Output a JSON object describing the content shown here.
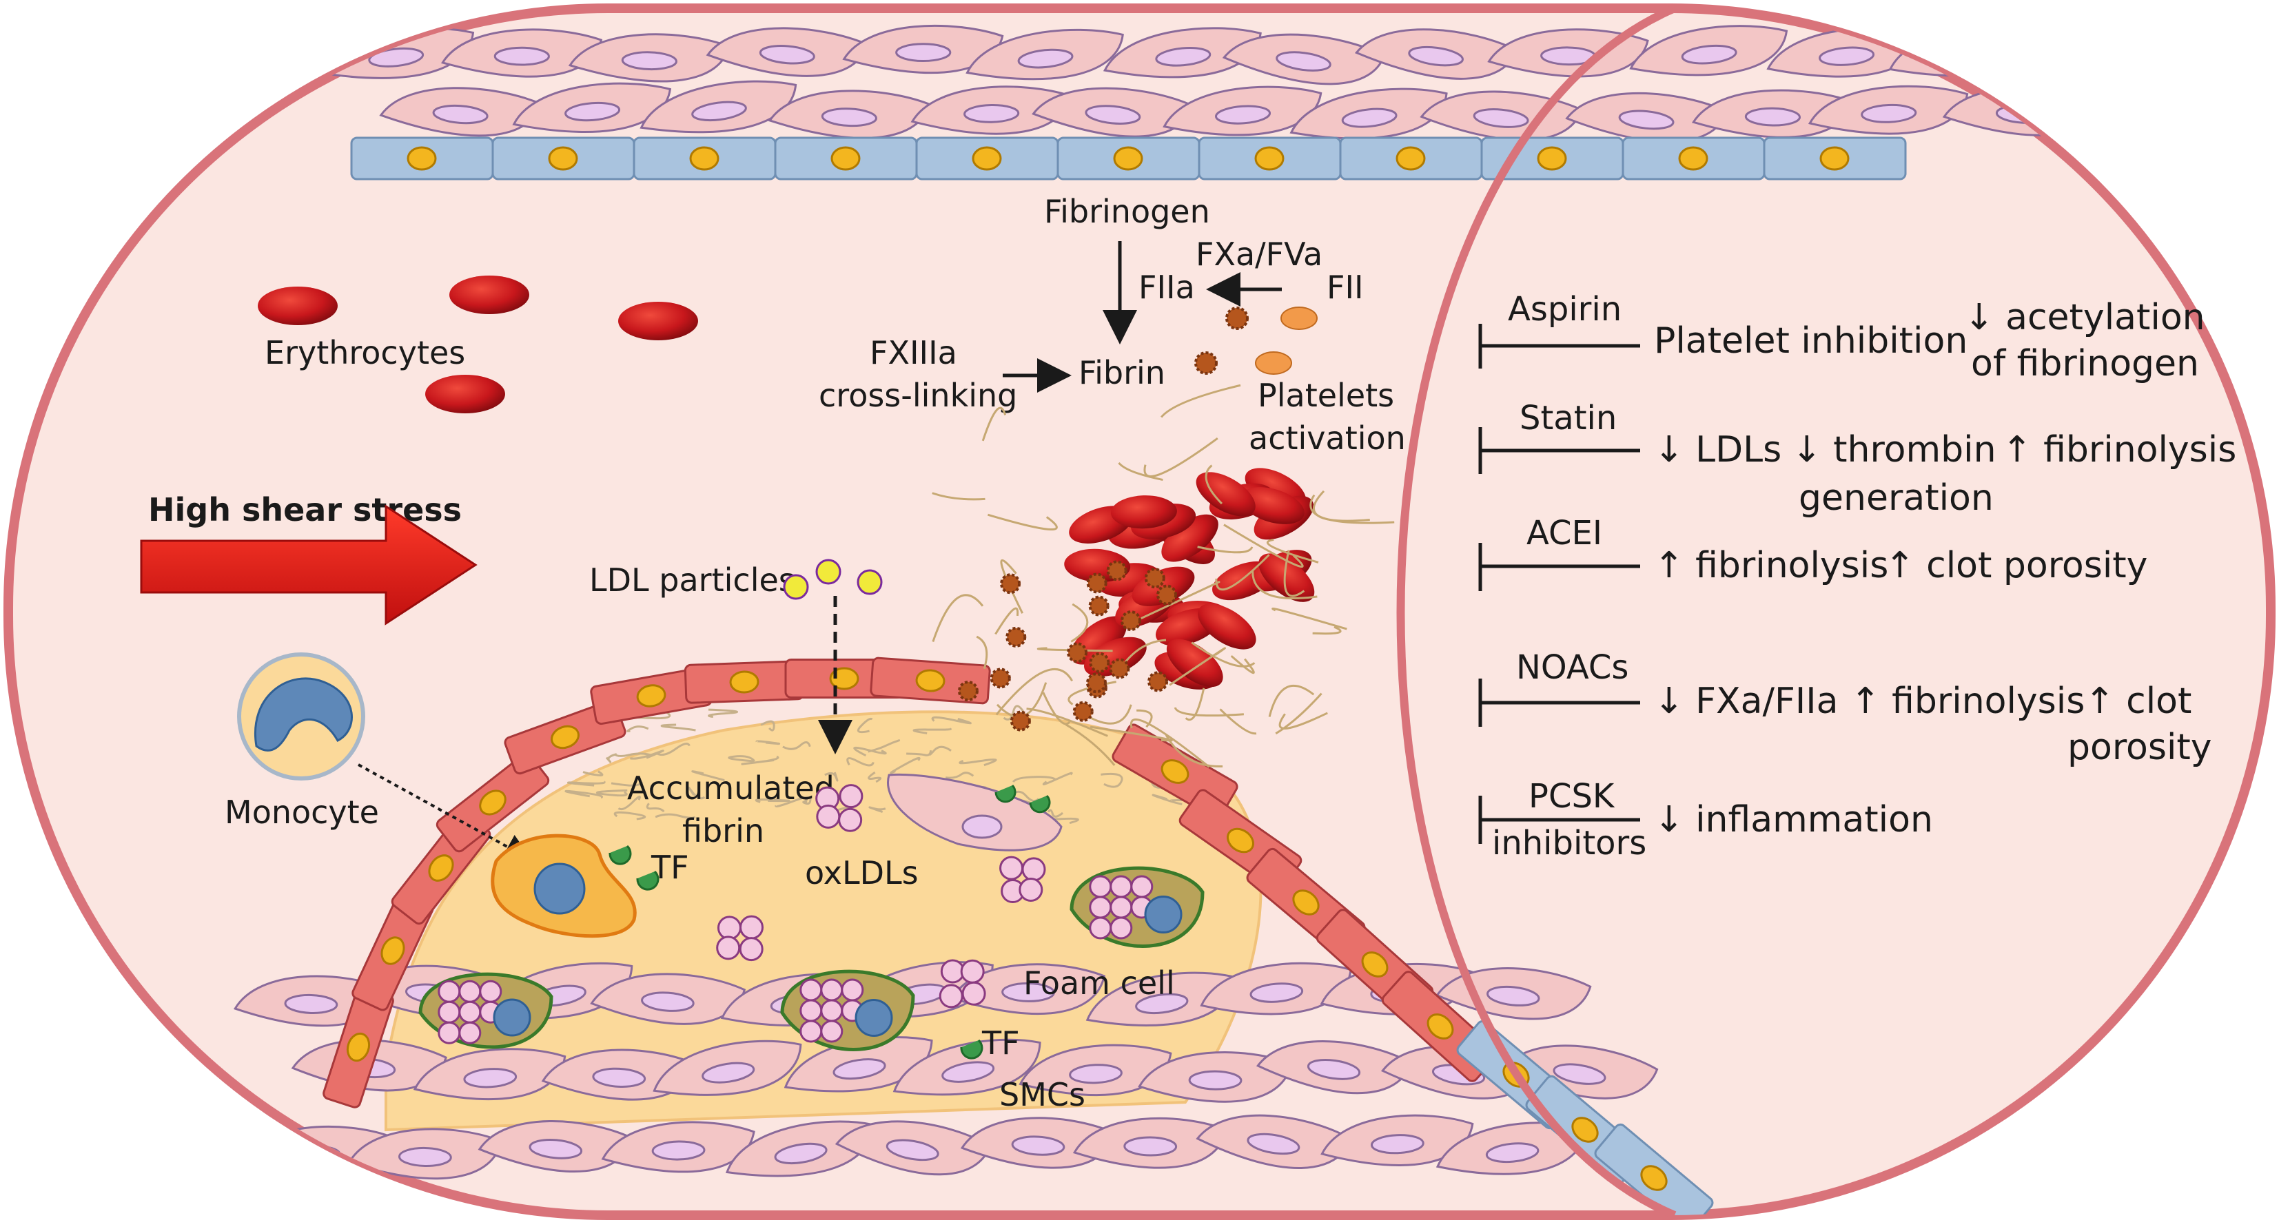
{
  "labels": {
    "fibrinogen": "Fibrinogen",
    "fxa_fva": "FXa/FVa",
    "fiia": "FIIa",
    "fii": "FII",
    "fxiiia": "FXIIIa",
    "cross_linking": "cross-linking",
    "fibrin": "Fibrin",
    "platelets": "Platelets",
    "activation": "activation",
    "erythrocytes": "Erythrocytes",
    "high_shear_stress": "High shear stress",
    "ldl_particles": "LDL particles",
    "monocyte": "Monocyte",
    "accumulated": "Accumulated",
    "fibrin_acc": "fibrin",
    "oxldls": "oxLDLs",
    "tf_1": "TF",
    "tf_2": "TF",
    "foam_cell": "Foam cell",
    "smcs": "SMCs"
  },
  "drugs": [
    {
      "name_lines": [
        "Aspirin"
      ],
      "effect_lines": [
        "Platelet inhibition",
        "↓ acetylation",
        "of fibrinogen"
      ]
    },
    {
      "name_lines": [
        "Statin"
      ],
      "effect_lines": [
        "↓ LDLs",
        "↓ thrombin",
        "generation",
        "↑ fibrinolysis"
      ]
    },
    {
      "name_lines": [
        "ACEI"
      ],
      "effect_lines": [
        "↑ fibrinolysis",
        "↑ clot porosity"
      ]
    },
    {
      "name_lines": [
        "NOACs"
      ],
      "effect_lines": [
        "↓ FXa/FIIa",
        "↑ fibrinolysis",
        "↑ clot",
        "porosity"
      ]
    },
    {
      "name_lines": [
        "PCSK",
        "inhibitors"
      ],
      "effect_lines": [
        "↓ inflammation"
      ]
    }
  ],
  "colors": {
    "vessel_wall": "#d9737a",
    "vessel_fill": "#fbe6e1",
    "endothelium": "#e8706a",
    "endothelium_healthy": "#a9c3de",
    "nucleus_yellow": "#f3b61f",
    "plaque": "#fbd99a",
    "smc_cell": "#f3c6c6",
    "smc_nucleus": "#e9c8ee",
    "erythrocyte": "#c8171c",
    "arrow_red": "#e31b17",
    "ldl": "#f1ea3a",
    "oxldl": "#f4c8e0"
  },
  "icons": [
    "inhibition-bar-icon",
    "down-arrow-glyph",
    "up-arrow-glyph",
    "block-arrow-icon"
  ]
}
